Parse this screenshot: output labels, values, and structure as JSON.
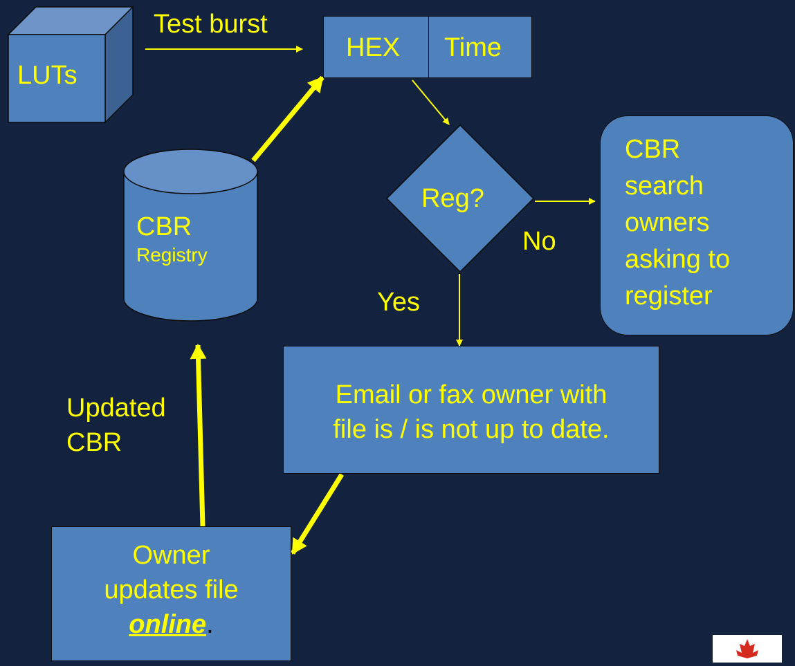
{
  "colors": {
    "background": "#13233f",
    "shape_fill": "#4f81bd",
    "text": "#ffff00",
    "arrow": "#ffff00",
    "logo_leaf": "#d52b1e"
  },
  "nodes": {
    "luts": "LUTs",
    "hex": "HEX",
    "time": "Time",
    "registry_line1": "CBR",
    "registry_line2": "Registry",
    "reg_decision": "Reg?",
    "cbr_search": [
      "CBR",
      "search",
      "owners",
      "asking to",
      "register"
    ],
    "email_fax": [
      "Email or fax owner with",
      "file is / is not up to date."
    ],
    "owner_updates": {
      "line1": "Owner",
      "line2": "updates file",
      "emphasis": "online",
      "suffix": "."
    }
  },
  "edges": {
    "test_burst": "Test burst",
    "yes": "Yes",
    "no": "No",
    "updated_line1": "Updated",
    "updated_line2": "CBR"
  },
  "icons": {
    "logo": "canada-maple-leaf-icon"
  }
}
